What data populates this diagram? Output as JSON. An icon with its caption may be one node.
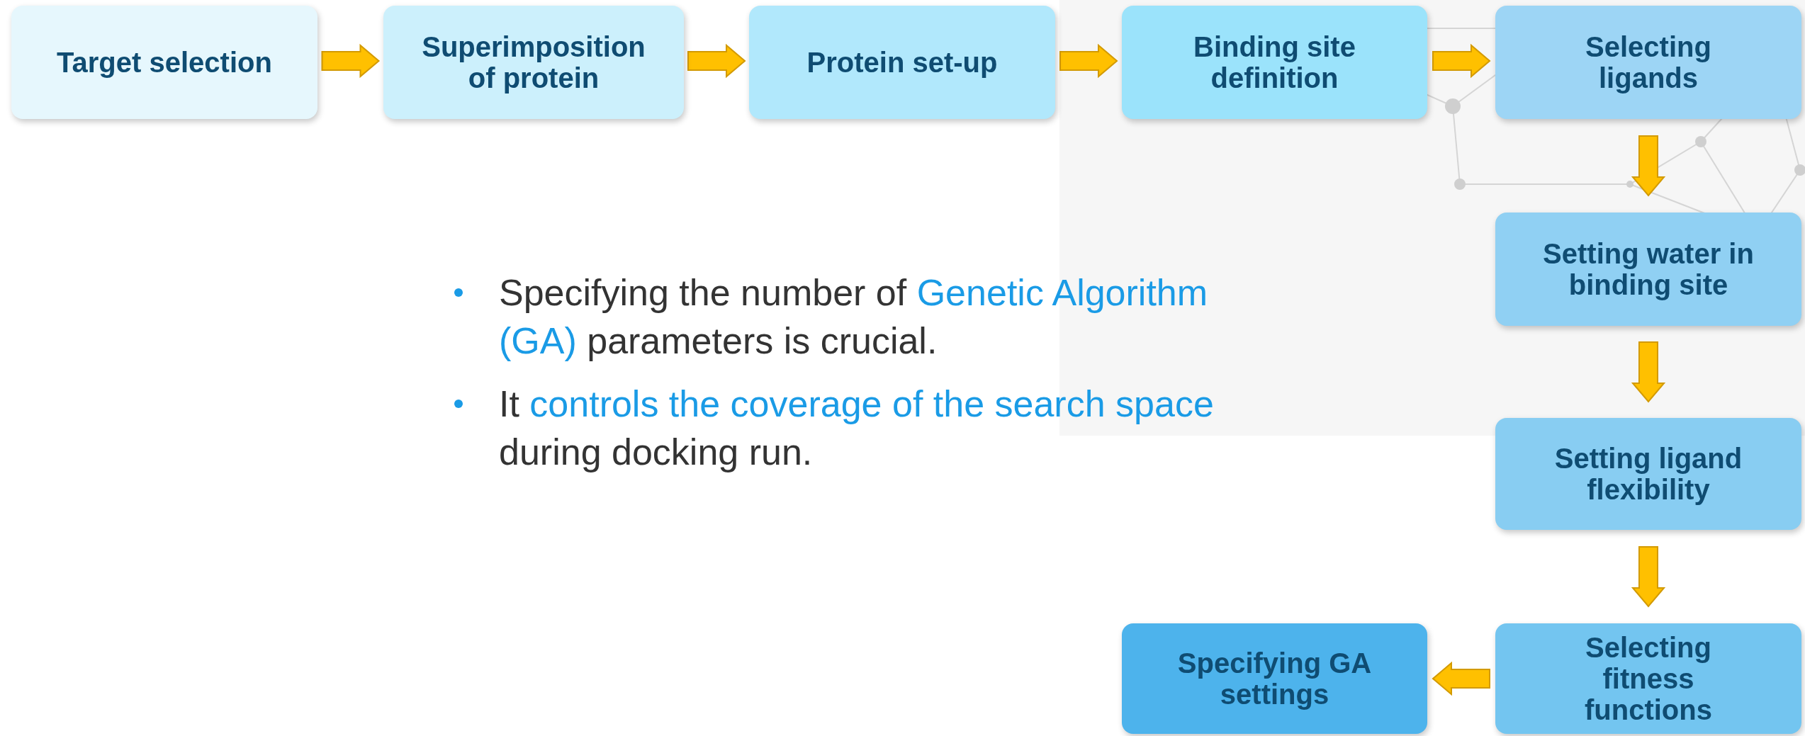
{
  "diagram": {
    "nodes": [
      {
        "text": [
          "Target selection"
        ]
      },
      {
        "text": [
          "Superimposition of protein"
        ]
      },
      {
        "text": [
          "Protein set-up"
        ]
      },
      {
        "text": [
          "Binding site definition"
        ]
      },
      {
        "text": [
          "Selecting ligands"
        ]
      },
      {
        "text": [
          "Setting water in binding site"
        ]
      },
      {
        "text": [
          "Setting ligand flexibility"
        ]
      },
      {
        "text": [
          "Selecting fitness functions"
        ]
      },
      {
        "text": [
          "Specifying GA settings"
        ]
      }
    ],
    "edges": [
      {
        "from": 0,
        "to": 1,
        "arrow": "to"
      },
      {
        "from": 1,
        "to": 2,
        "arrow": "to"
      },
      {
        "from": 2,
        "to": 3,
        "arrow": "to"
      },
      {
        "from": 3,
        "to": 4,
        "arrow": "to"
      },
      {
        "from": 4,
        "to": 5,
        "arrow": "to"
      },
      {
        "from": 5,
        "to": 6,
        "arrow": "to"
      },
      {
        "from": 6,
        "to": 7,
        "arrow": "to"
      },
      {
        "from": 7,
        "to": 8,
        "arrow": "to"
      }
    ],
    "labels": [
      "Specifying the number of **Genetic Algorithm (GA)** parameters is crucial.",
      "It **controls the coverage of the search space** during docking run."
    ]
  }
}
